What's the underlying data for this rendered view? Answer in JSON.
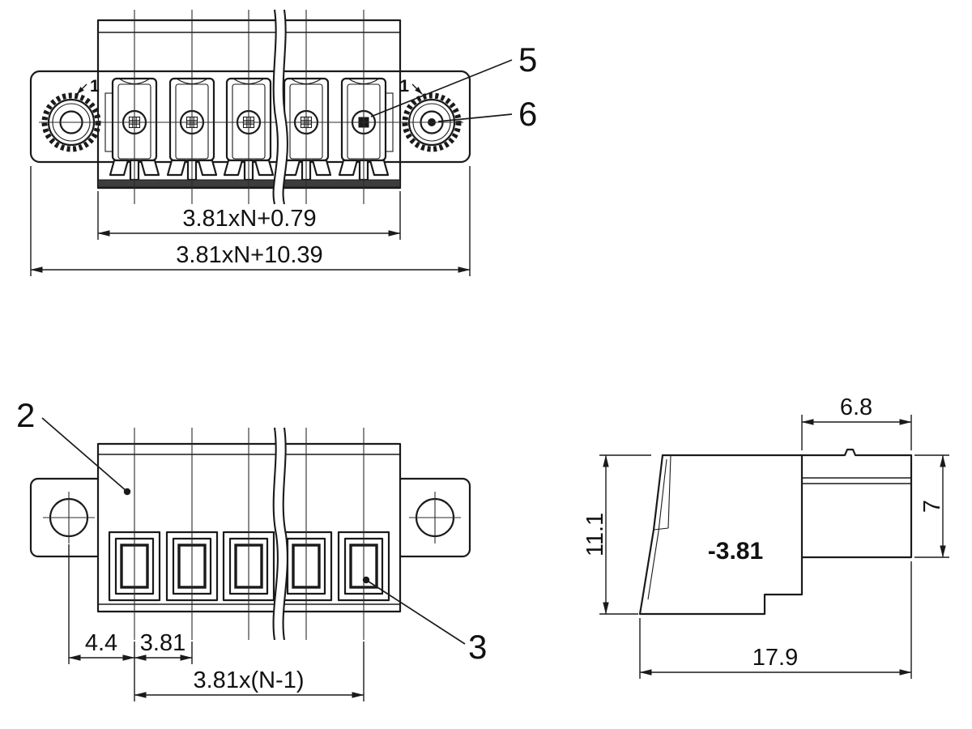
{
  "front_view": {
    "pin1_left": "1",
    "pin1_right": "1",
    "dim_inner": "3.81xN+0.79",
    "dim_outer": "3.81xN+10.39",
    "callout_5": "5",
    "callout_6": "6"
  },
  "plan_view": {
    "callout_2": "2",
    "callout_3": "3",
    "dim_offset": "4.4",
    "dim_pitch": "3.81",
    "dim_span": "3.81x(N-1)"
  },
  "side_view": {
    "dim_top_width": "6.8",
    "dim_right_height": "7",
    "dim_left_height": "11.1",
    "dim_bottom_width": "17.9",
    "label_offset": "-3.81"
  },
  "colors": {
    "line": "#1a1a1a",
    "background": "#ffffff"
  }
}
